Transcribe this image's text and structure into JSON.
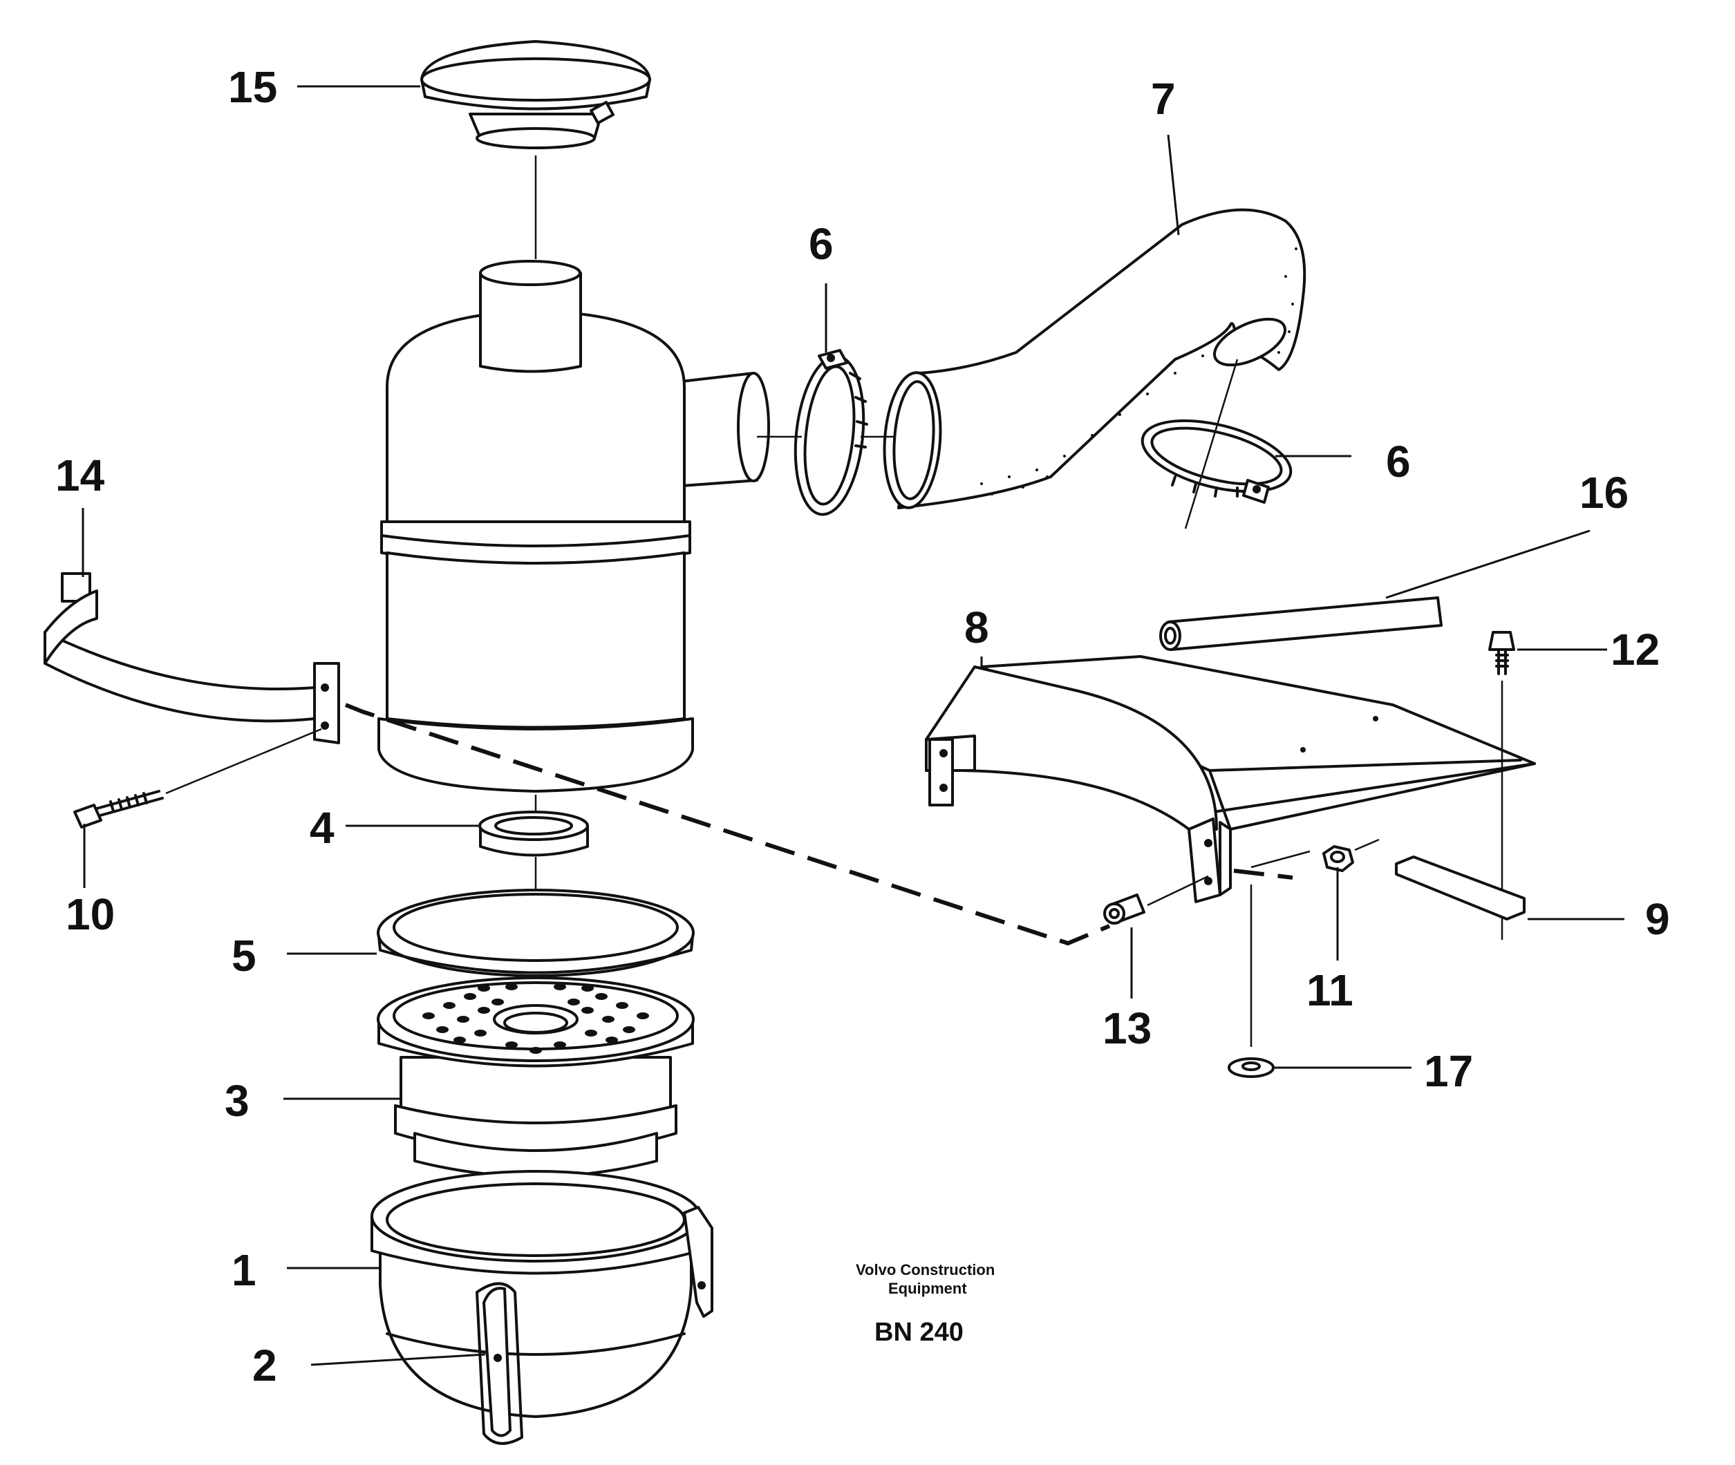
{
  "callouts": [
    "15",
    "7",
    "6",
    "6",
    "14",
    "16",
    "8",
    "12",
    "4",
    "10",
    "9",
    "5",
    "13",
    "11",
    "3",
    "17",
    "1",
    "2"
  ],
  "credit": {
    "line1": "Volvo Construction",
    "line2": "Equipment",
    "code": "BN 240"
  }
}
